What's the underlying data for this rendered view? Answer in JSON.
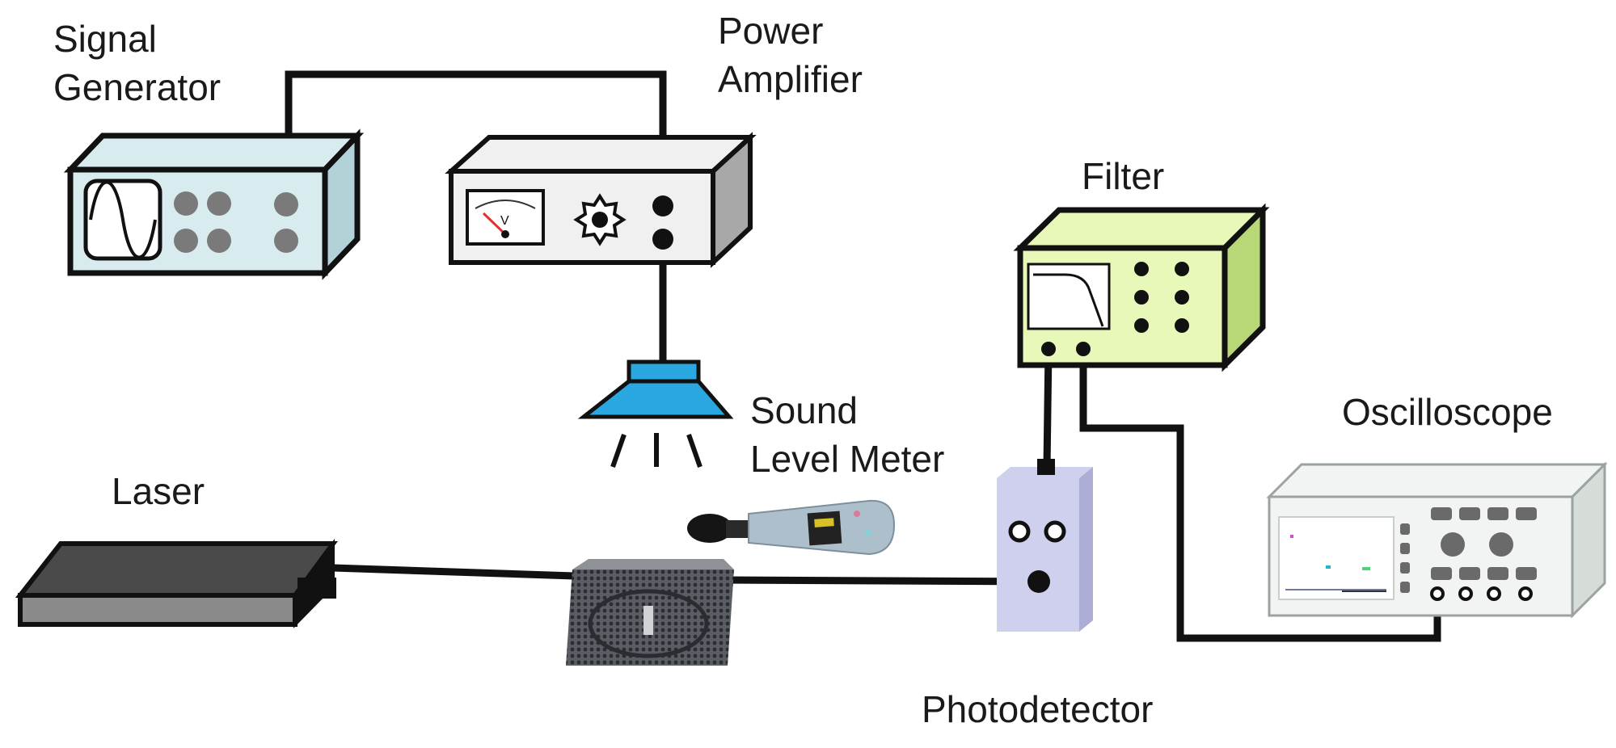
{
  "labels": {
    "signal_generator": [
      "Signal",
      "Generator"
    ],
    "power_amplifier": [
      "Power",
      "Amplifier"
    ],
    "filter": "Filter",
    "sound_level_meter": [
      "Sound",
      "Level Meter"
    ],
    "oscilloscope": "Oscilloscope",
    "laser": "Laser",
    "photodetector": "Photodetector"
  },
  "colors": {
    "signal_generator": "#d8ecf0",
    "signal_generator_side": "#b2d2d8",
    "power_amplifier": "#f0f0f0",
    "power_amplifier_side": "#a8a8a8",
    "filter": "#e8f8b8",
    "filter_side": "#b8d878",
    "speaker": "#2aa7e0",
    "photodetector": "#cfd0ee",
    "photodetector_side": "#adaed6",
    "oscilloscope": "#f1f4f2",
    "oscilloscope_side": "#d6dcd8",
    "laser": "#8a8a8a",
    "laser_top": "#4a4a4a",
    "wire": "#111111"
  }
}
